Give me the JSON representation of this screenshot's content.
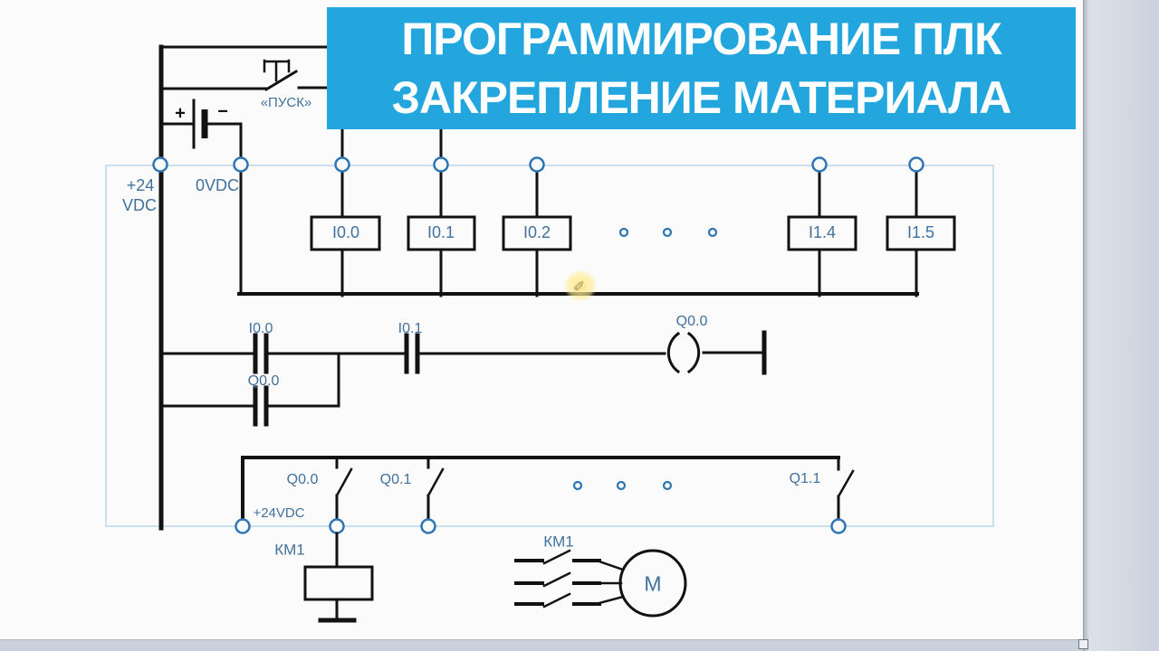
{
  "banner": {
    "line1": "ПРОГРАММИРОВАНИЕ ПЛК",
    "line2": "ЗАКРЕПЛЕНИЕ МАТЕРИАЛА"
  },
  "power_source": {
    "rail_label_line1": "+24",
    "rail_label_line2": "VDC",
    "neutral_label": "0VDC",
    "battery_plus": "+",
    "battery_minus": "−",
    "start_button_label": "«ПУСК»"
  },
  "plc": {
    "input_boxes": [
      "I0.0",
      "I0.1",
      "I0.2",
      "I1.4",
      "I1.5"
    ],
    "output_supply_label": "+24VDC",
    "output_switches": [
      "Q0.0",
      "Q0.1",
      "Q1.1"
    ]
  },
  "ladder": {
    "contact_a": "I0.0",
    "contact_b": "I0.1",
    "parallel_contact": "Q0.0",
    "coil": "Q0.0"
  },
  "load": {
    "contactor_coil_label": "КМ1",
    "contactor_contacts_label": "КМ1",
    "motor_label": "М"
  },
  "colors": {
    "banner-bg": "#23A5DE",
    "label-blue": "#41719C",
    "wire": "#121212",
    "plc-border": "#BCD6EA",
    "terminal-stroke": "#2E75B6",
    "panel-gray": "#D4DAE4"
  }
}
